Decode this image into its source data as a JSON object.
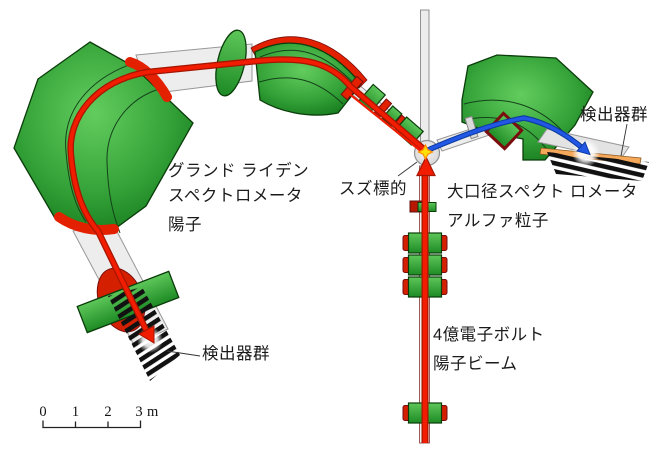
{
  "labels": {
    "grand_raiden_line1": "グランド ライデン",
    "grand_raiden_line2": "スペクトロメータ",
    "grand_raiden_particle": "陽子",
    "tin_target": "スズ標的",
    "las_name": "大口径スペクト ロメータ",
    "las_particle": "アルファ粒子",
    "detectors_right": "検出器群",
    "detectors_left": "検出器群",
    "beam_energy": "4億電子ボルト",
    "beam_name": "陽子ビーム"
  },
  "scale_bar": {
    "ticks": [
      "0",
      "1",
      "2",
      "3"
    ],
    "unit": "m"
  },
  "colors": {
    "proton_beam": "#f21d00",
    "proton_beam_dark": "#a51500",
    "alpha_beam": "#2257e6",
    "alpha_beam_dark": "#0b3a9e",
    "magnet_green": "#3aa63c",
    "coil_red": "#e32000",
    "detector_orange": "#f5a85a"
  }
}
